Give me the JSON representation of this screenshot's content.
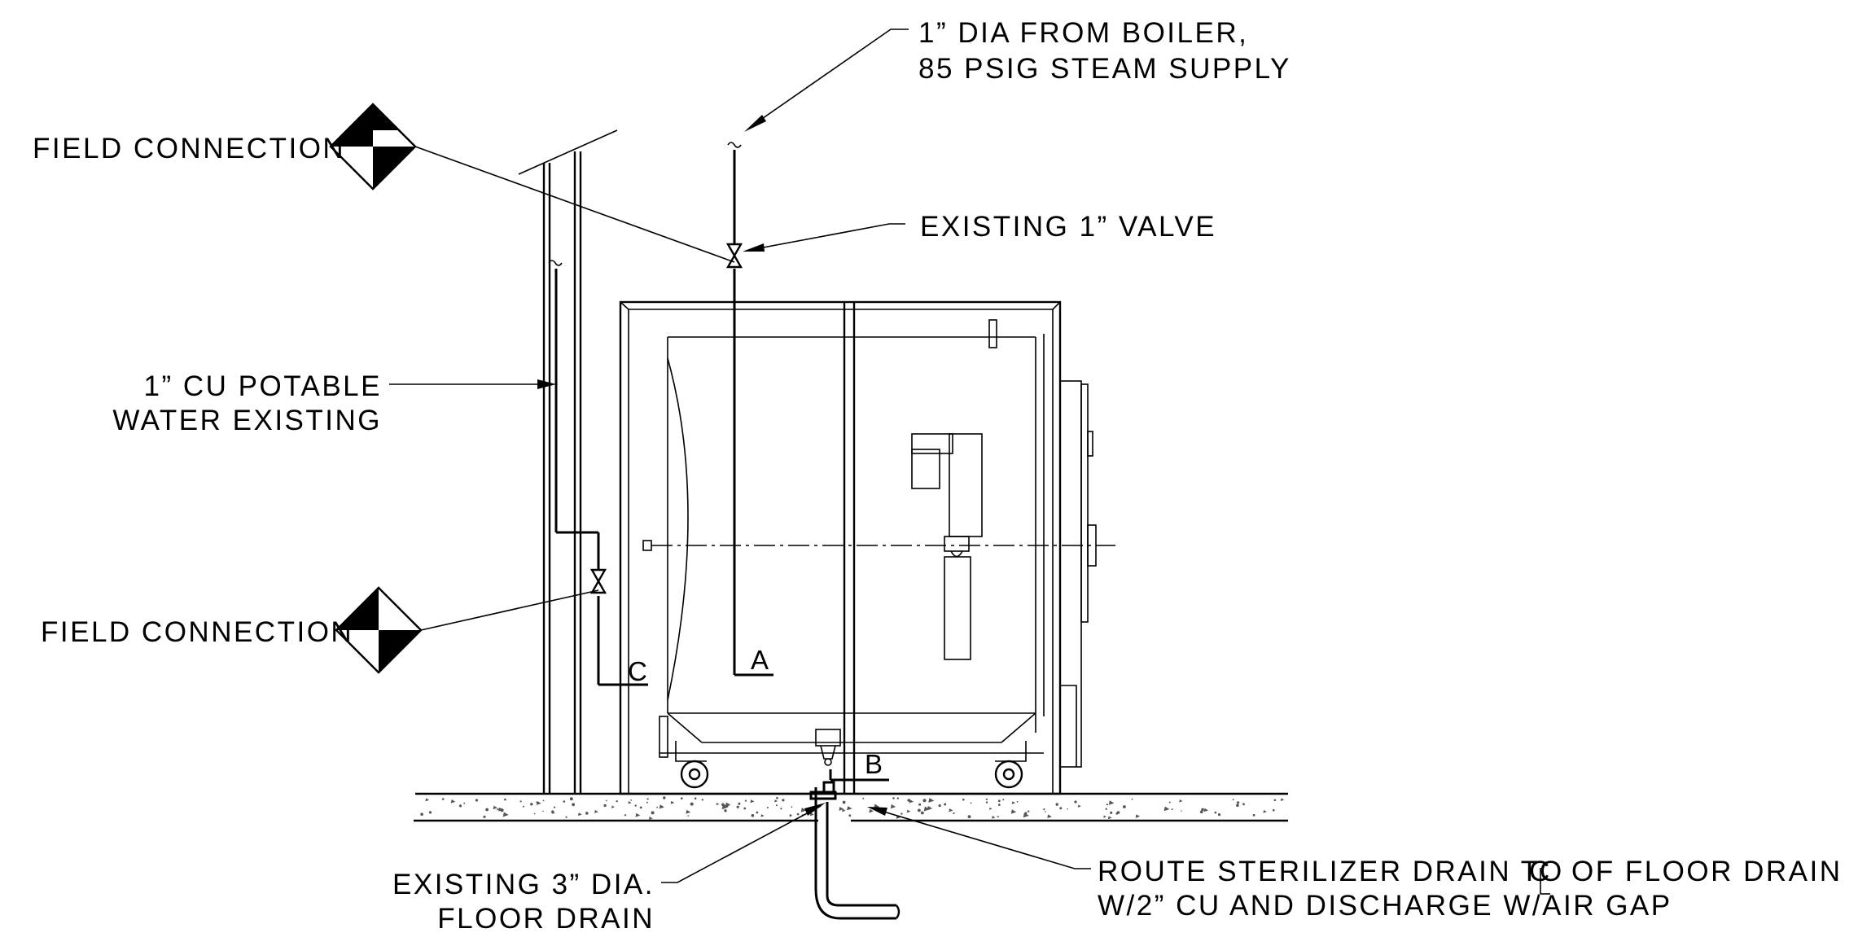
{
  "labels": {
    "steam_line1": "1” DIA FROM BOILER,",
    "steam_line2": "85 PSIG STEAM SUPPLY",
    "field_connection_top": "FIELD CONNECTION",
    "existing_valve": "EXISTING 1” VALVE",
    "water_line1": "1” CU POTABLE",
    "water_line2": "WATER EXISTING",
    "field_connection_bottom": "FIELD CONNECTION",
    "floor_drain_line1": "EXISTING 3” DIA.",
    "floor_drain_line2": "FLOOR DRAIN",
    "route_line1": "ROUTE STERILIZER DRAIN TO",
    "route_line1_tail": "OF FLOOR DRAIN",
    "centerline_symbol": "C",
    "route_line2": "W/2” CU AND DISCHARGE W/AIR GAP"
  },
  "connections": {
    "a": "A",
    "b": "B",
    "c": "C"
  },
  "symbols": {
    "field_connection_marker": "diamond-field-connection-icon",
    "valve": "gate-valve-icon",
    "break_line": "break-tilde-icon"
  }
}
